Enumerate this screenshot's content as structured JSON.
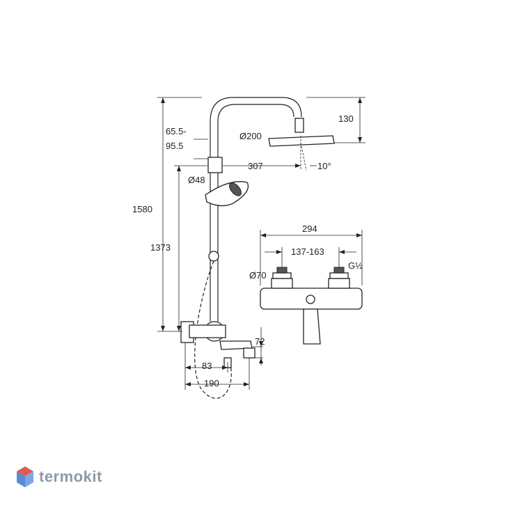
{
  "dimensions": {
    "height_total": "1580",
    "height_bar": "1373",
    "adjust_range_top": "65.5-",
    "adjust_range_bottom": "95.5",
    "pipe_diameter": "Ø48",
    "arm_length": "307",
    "head_diameter": "Ø200",
    "head_drop": "130",
    "tilt_angle": "10°",
    "mixer_width": "294",
    "connection_spacing": "137-163",
    "knob_diameter": "Ø70",
    "thread_size": "G½",
    "spout_height": "72",
    "spout_offset": "83",
    "spout_length": "190"
  },
  "watermark": {
    "brand": "termokit"
  },
  "colors": {
    "line": "#222222",
    "watermark_text": "#8e9aa8",
    "logo_red": "#e05a4e",
    "logo_blue": "#5b8bd6"
  }
}
